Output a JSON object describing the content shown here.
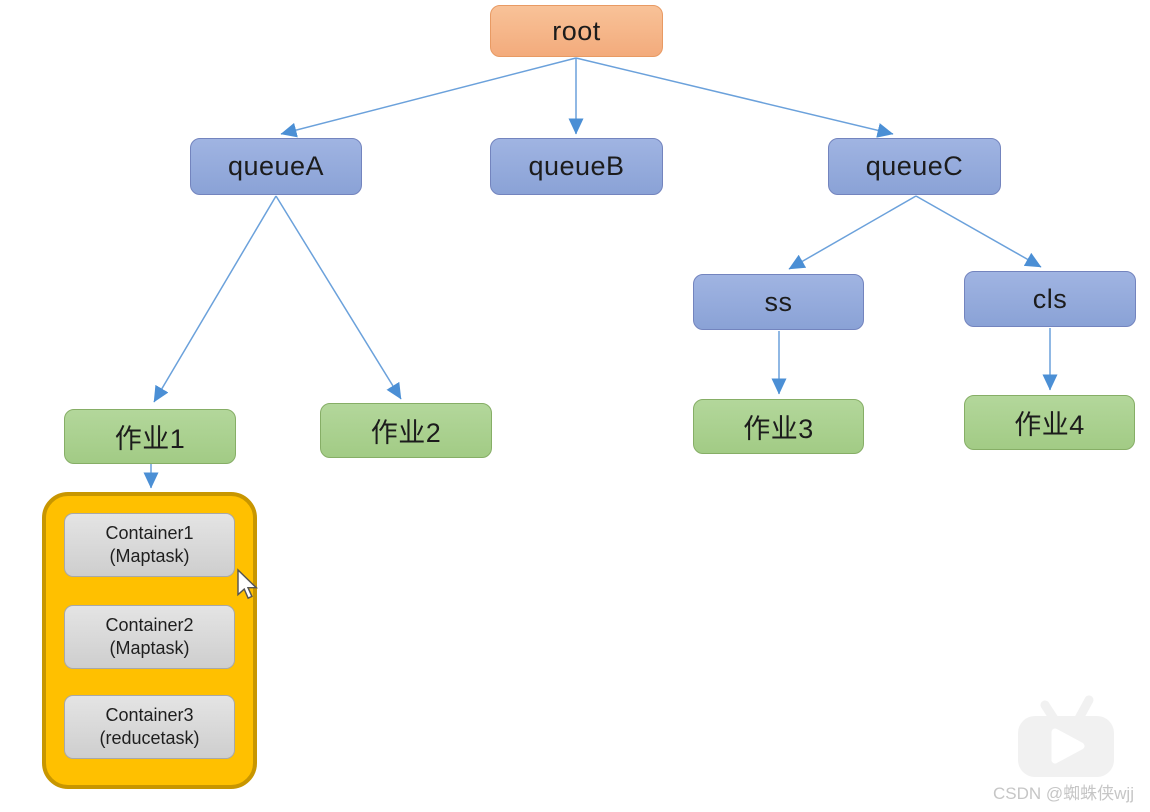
{
  "diagram": {
    "nodes": {
      "root": {
        "label": "root"
      },
      "queueA": {
        "label": "queueA"
      },
      "queueB": {
        "label": "queueB"
      },
      "queueC": {
        "label": "queueC"
      },
      "ss": {
        "label": "ss"
      },
      "cls": {
        "label": "cls"
      },
      "job1": {
        "label": "作业1"
      },
      "job2": {
        "label": "作业2"
      },
      "job3": {
        "label": "作业3"
      },
      "job4": {
        "label": "作业4"
      }
    },
    "containers": [
      {
        "line1": "Container1",
        "line2": "(Maptask)"
      },
      {
        "line1": "Container2",
        "line2": "(Maptask)"
      },
      {
        "line1": "Container3",
        "line2": "(reducetask)"
      }
    ],
    "edges": [
      {
        "from": "root",
        "to": "queueA"
      },
      {
        "from": "root",
        "to": "queueB"
      },
      {
        "from": "root",
        "to": "queueC"
      },
      {
        "from": "queueA",
        "to": "job1"
      },
      {
        "from": "queueA",
        "to": "job2"
      },
      {
        "from": "queueC",
        "to": "ss"
      },
      {
        "from": "queueC",
        "to": "cls"
      },
      {
        "from": "ss",
        "to": "job3"
      },
      {
        "from": "cls",
        "to": "job4"
      },
      {
        "from": "job1",
        "to": "container-group"
      }
    ],
    "colors": {
      "root_fill": "#F5B183",
      "root_border": "#E8995F",
      "queue_fill": "#92A9DC",
      "queue_border": "#7384BE",
      "job_fill": "#A8D08D",
      "job_border": "#86AE66",
      "group_fill": "#FFC000",
      "group_border": "#C89600",
      "container_fill": "#D9D9D9",
      "container_border": "#A8A8A8",
      "arrow_line": "#6BA1DB",
      "arrow_head": "#4B8FD5"
    }
  },
  "watermark": {
    "label": "CSDN @蜘蛛侠wjj"
  }
}
